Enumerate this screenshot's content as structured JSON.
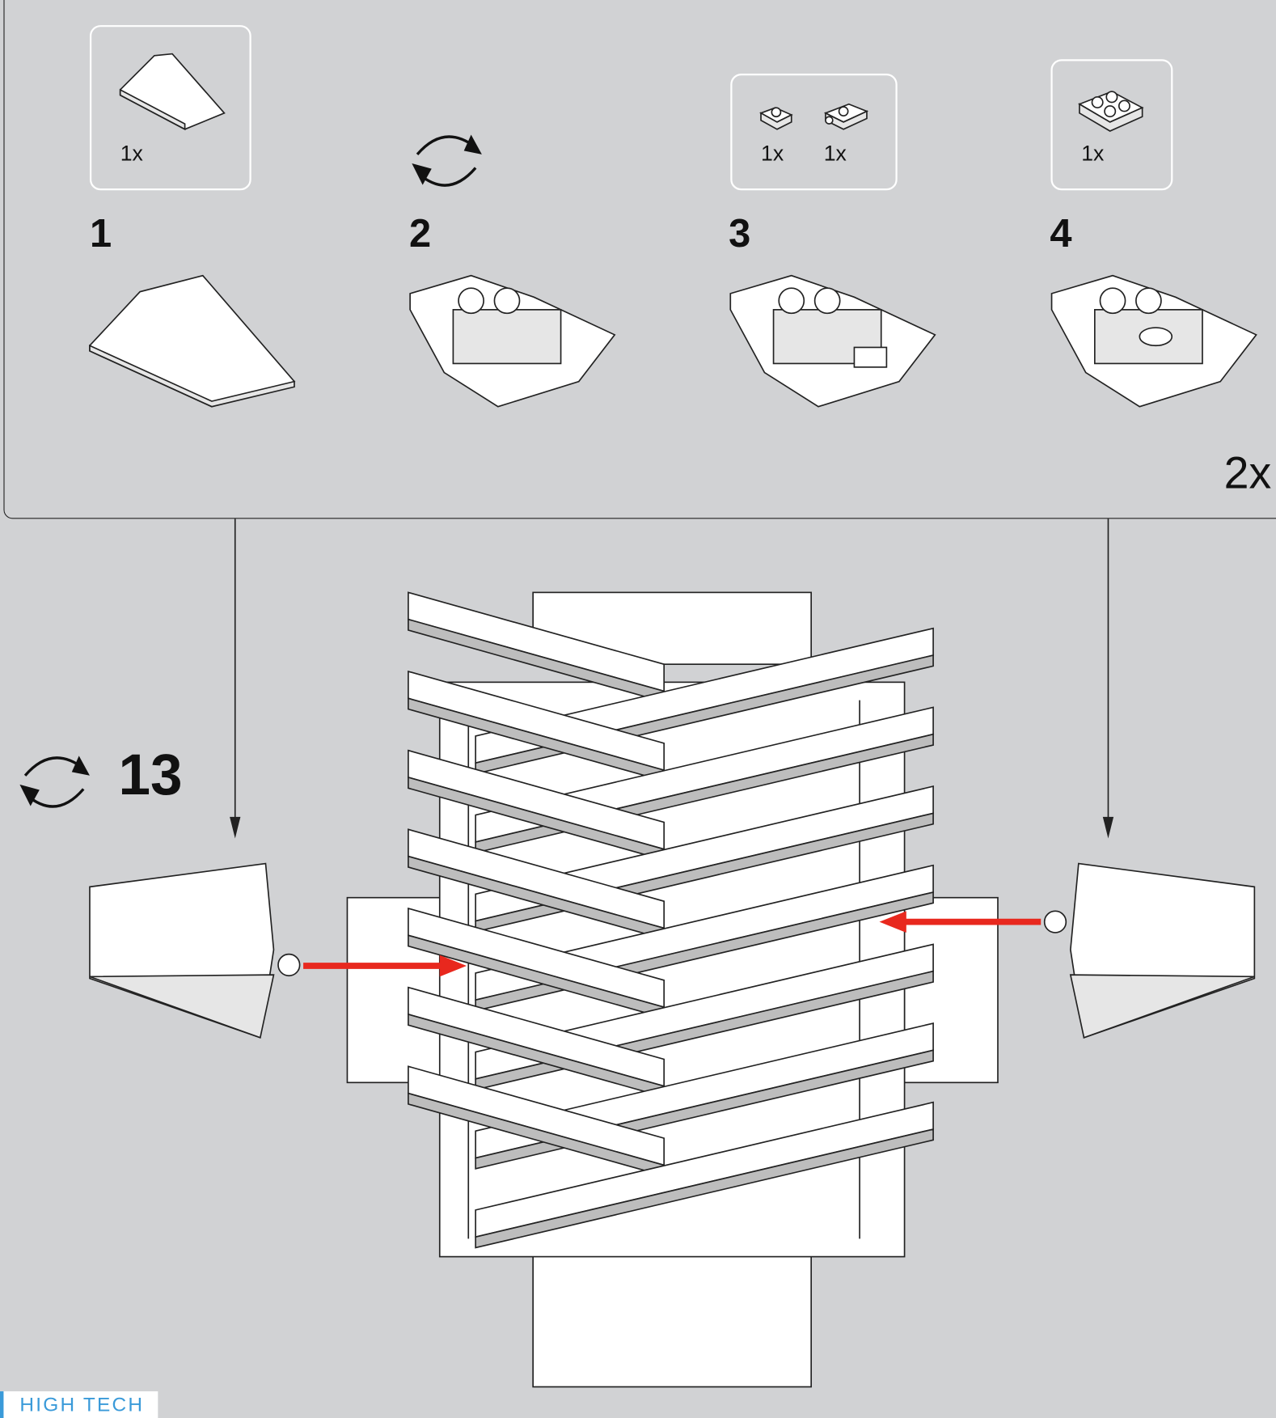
{
  "substeps": [
    {
      "number": "1",
      "parts": [
        {
          "qty": "1x",
          "icon": "wedge-slope-icon"
        }
      ]
    },
    {
      "number": "2",
      "rotate": true,
      "parts": []
    },
    {
      "number": "3",
      "parts": [
        {
          "qty": "1x",
          "icon": "plate-1x1-icon"
        },
        {
          "qty": "1x",
          "icon": "plate-clip-icon"
        }
      ]
    },
    {
      "number": "4",
      "parts": [
        {
          "qty": "1x",
          "icon": "plate-2x2-icon"
        }
      ]
    }
  ],
  "multiplier": "2x",
  "main_step": {
    "number": "13",
    "rotate": true
  },
  "arrow_color": "#e8281e",
  "brand": {
    "label": "HIGH TECH",
    "color": "#3a9ad9"
  }
}
